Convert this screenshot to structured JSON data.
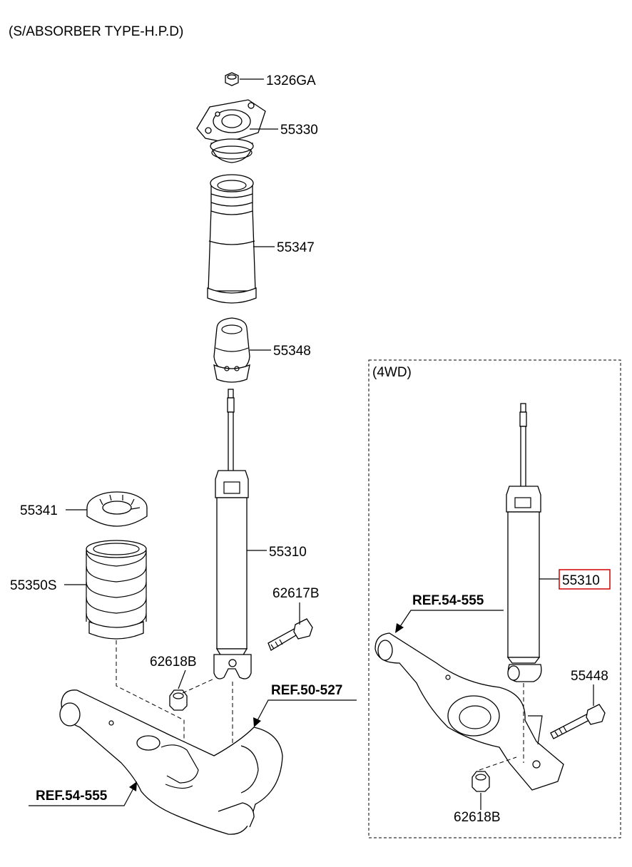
{
  "header": {
    "title": "(S/ABSORBER TYPE-H.P.D)"
  },
  "inset": {
    "title": "(4WD)"
  },
  "callouts": {
    "nut_top": "1326GA",
    "mount": "55330",
    "dust_cover": "55347",
    "bump_stopper": "55348",
    "spring_pad": "55341",
    "coil_spring": "55350S",
    "shock_main": "55310",
    "bolt_main": "62617B",
    "nut_main": "62618B",
    "ref_knuckle": "REF.50-527",
    "ref_arm_main": "REF.54-555",
    "ref_arm_4wd": "REF.54-555",
    "shock_4wd": "55310",
    "bolt_4wd": "55448",
    "nut_4wd": "62618B"
  },
  "highlight": {
    "color": "#d00000",
    "target": "shock_4wd"
  }
}
